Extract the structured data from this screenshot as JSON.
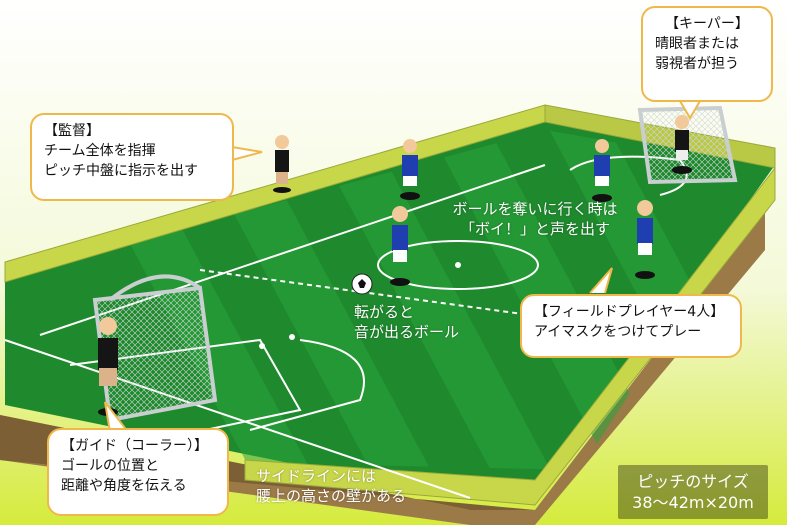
{
  "callouts": {
    "keeper": {
      "title": "【キーパー】",
      "line1": "晴眼者または",
      "line2": "弱視者が担う"
    },
    "coach": {
      "title": "【監督】",
      "line1": "チーム全体を指揮",
      "line2": "ピッチ中盤に指示を出す"
    },
    "field_players": {
      "title": "【フィールドプレイヤー4人】",
      "line1": "アイマスクをつけてプレー"
    },
    "guide": {
      "title": "【ガイド（コーラー）】",
      "line1": "ゴールの位置と",
      "line2": "距離や角度を伝える"
    }
  },
  "labels": {
    "voy": {
      "line1": "ボールを奪いに行く時は",
      "line2": "「ボイ！」と声を出す"
    },
    "ball": {
      "line1": "転がると",
      "line2": "音が出るボール"
    },
    "sideline": {
      "line1": "サイドラインには",
      "line2": "腰上の高さの壁がある"
    }
  },
  "pitch_size": {
    "title": "ピッチのサイズ",
    "value": "38〜42m×20m"
  },
  "colors": {
    "bg_top": "#ffffff",
    "bg_bottom": "#d9ec3f",
    "pitch_dark": "#1e8a2d",
    "pitch_light": "#2aa43a",
    "wall": "#c8d64a",
    "soil": "#9b7a48",
    "callout_border": "#f0b84b",
    "jersey_blue": "#1f3fb0",
    "coach_black": "#151515"
  }
}
